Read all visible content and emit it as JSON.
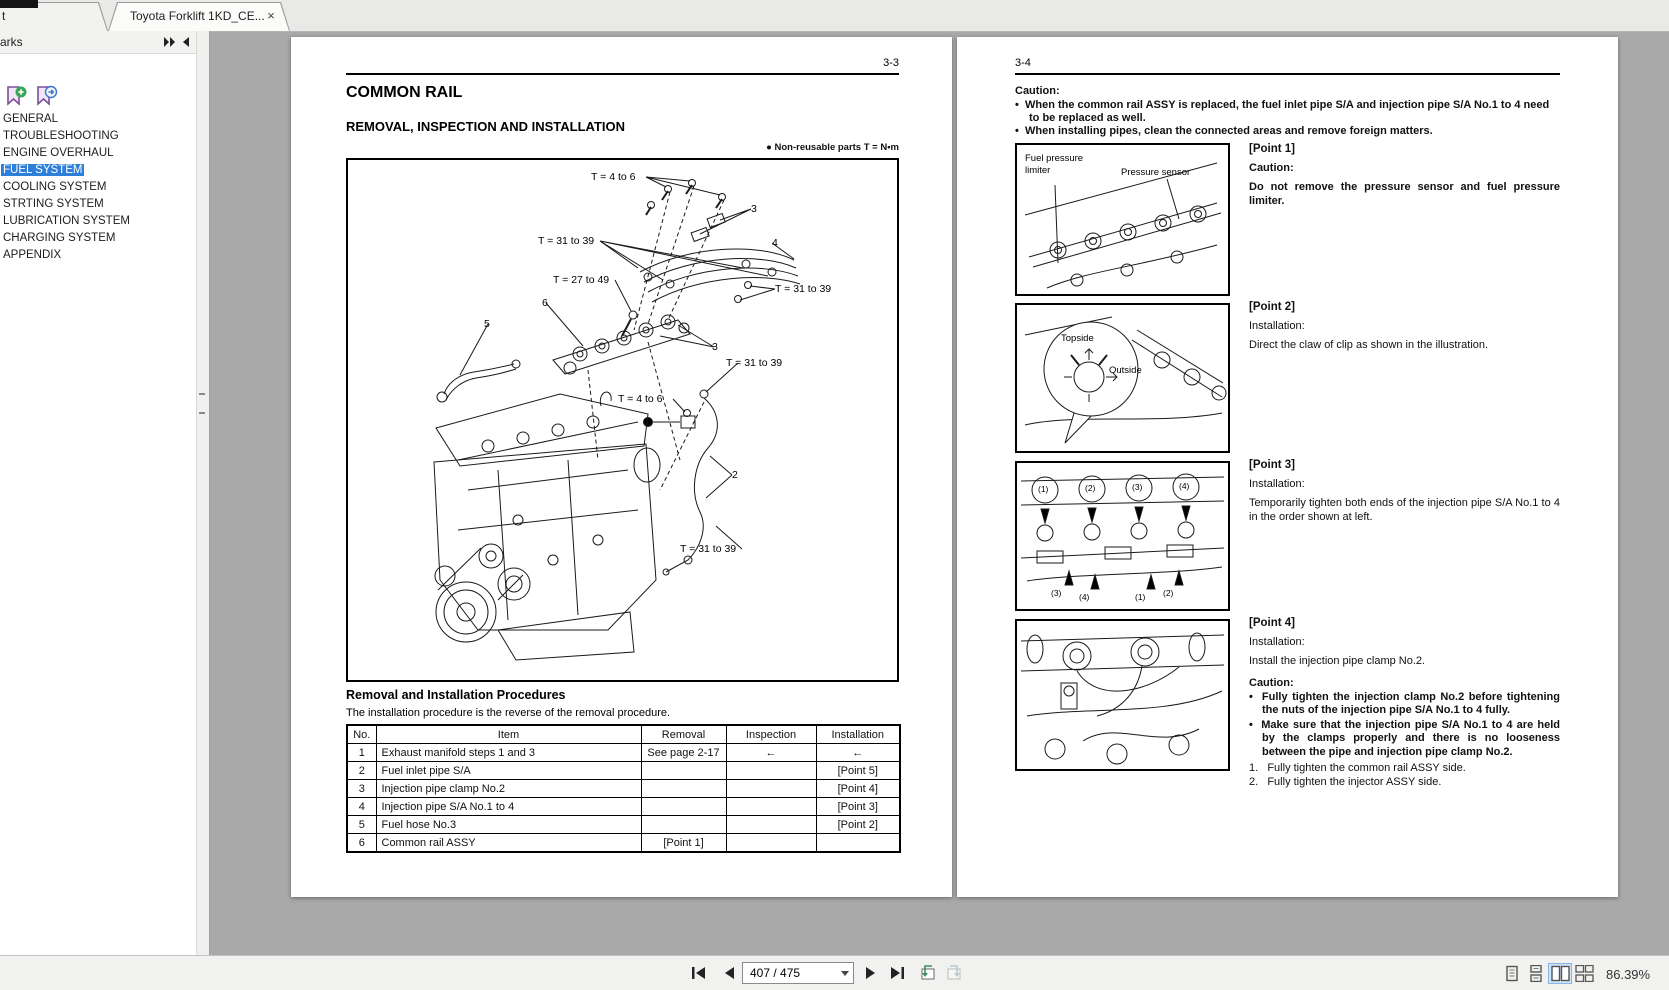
{
  "window": {
    "partial_tab_label": "t",
    "active_tab_label": "Toyota Forklift 1KD_CE...",
    "close_glyph": "×"
  },
  "sidebar": {
    "header_label": "arks",
    "items": [
      {
        "label": "GENERAL",
        "active": false
      },
      {
        "label": "TROUBLESHOOTING",
        "active": false
      },
      {
        "label": "ENGINE OVERHAUL",
        "active": false
      },
      {
        "label": "FUEL SYSTEM",
        "active": true
      },
      {
        "label": "COOLING SYSTEM",
        "active": false
      },
      {
        "label": "STRTING SYSTEM",
        "active": false
      },
      {
        "label": "LUBRICATION SYSTEM",
        "active": false
      },
      {
        "label": "CHARGING SYSTEM",
        "active": false
      },
      {
        "label": "APPENDIX",
        "active": false
      }
    ]
  },
  "left_page": {
    "page_number": "3-3",
    "title": "COMMON RAIL",
    "subtitle": "REMOVAL, INSPECTION AND INSTALLATION",
    "legend": "● Non-reusable parts  T = N•m",
    "diagram": {
      "labels": [
        {
          "text": "T = 4 to 6"
        },
        {
          "text": "3"
        },
        {
          "text": "T = 31 to 39"
        },
        {
          "text": "4"
        },
        {
          "text": "T = 27 to 49"
        },
        {
          "text": "T = 31 to 39"
        },
        {
          "text": "6"
        },
        {
          "text": "5"
        },
        {
          "text": "3"
        },
        {
          "text": "T = 31 to 39"
        },
        {
          "text": "T = 4 to 6"
        },
        {
          "text": "2"
        },
        {
          "text": "T = 31 to 39"
        }
      ]
    },
    "procedures": {
      "heading": "Removal and Installation Procedures",
      "note": "The installation procedure is the reverse of the removal procedure.",
      "columns": [
        "No.",
        "Item",
        "Removal",
        "Inspection",
        "Installation"
      ],
      "rows": [
        [
          "1",
          "Exhaust manifold steps 1 and 3",
          "See page 2-17",
          "←",
          "←"
        ],
        [
          "2",
          "Fuel inlet pipe S/A",
          "",
          "",
          "[Point 5]"
        ],
        [
          "3",
          "Injection pipe clamp No.2",
          "",
          "",
          "[Point 4]"
        ],
        [
          "4",
          "Injection pipe S/A No.1 to 4",
          "",
          "",
          "[Point 3]"
        ],
        [
          "5",
          "Fuel hose No.3",
          "",
          "",
          "[Point 2]"
        ],
        [
          "6",
          "Common rail ASSY",
          "[Point 1]",
          "",
          ""
        ]
      ]
    }
  },
  "right_page": {
    "page_number": "3-4",
    "bullet_glyph": "•",
    "caution_heading": "Caution:",
    "cautions": [
      "When the common rail ASSY is replaced, the fuel inlet pipe S/A and injection pipe S/A No.1 to 4 need to be replaced as well.",
      "When installing pipes, clean the connected areas and remove foreign matters."
    ],
    "figures": {
      "f1": {
        "label_a": "Fuel pressure",
        "label_a2": "limiter",
        "label_b": "Pressure sensor"
      },
      "f2": {
        "label_a": "Topside",
        "label_b": "Outside"
      },
      "f3": {
        "top": [
          "(1)",
          "(2)",
          "(3)",
          "(4)"
        ],
        "bottom": [
          "(3)",
          "(4)",
          "(1)",
          "(2)"
        ]
      }
    },
    "points": [
      {
        "title": "[Point 1]",
        "sub": "Caution:",
        "body": "Do not remove the pressure sensor and fuel pressure limiter."
      },
      {
        "title": "[Point 2]",
        "sub": "Installation:",
        "body": "Direct the claw of clip as shown in the illustration."
      },
      {
        "title": "[Point 3]",
        "sub": "Installation:",
        "body": "Temporarily tighten both ends of the injection pipe S/A No.1 to 4 in the order shown at left."
      },
      {
        "title": "[Point 4]",
        "sub": "Installation:",
        "body": "Install the injection pipe clamp No.2.",
        "caution_heading": "Caution:",
        "caution_bullets": [
          "Fully tighten the injection clamp No.2 before tightening the nuts of the injection pipe S/A No.1 to 4 fully.",
          "Make sure that the injection pipe S/A No.1 to 4 are held by the clamps properly and there is no looseness between the pipe and injection pipe clamp No.2."
        ],
        "steps": [
          "1.   Fully tighten the common rail ASSY side.",
          "2.   Fully tighten the injector ASSY side."
        ]
      }
    ]
  },
  "toolbar": {
    "page_indicator": "407 / 475",
    "zoom_level": "86.39%"
  },
  "icons": {
    "panel": [
      "double-arrow-right-icon",
      "collapse-left-icon"
    ],
    "bookmark_toolbar": [
      "add-bookmark-icon",
      "bookmark-options-icon"
    ],
    "navigation": [
      "first-page-icon",
      "previous-page-icon",
      "next-page-icon",
      "last-page-icon",
      "previous-view-icon",
      "next-view-icon"
    ],
    "layout": [
      "single-page-icon",
      "continuous-icon",
      "facing-pages-icon",
      "facing-continuous-icon"
    ]
  },
  "colors": {
    "bookmark_selection": "#2e7fd9",
    "layout_active_bg": "#cfe3f7",
    "canvas_bg": "#a9a9a9",
    "page_bg": "#ffffff"
  }
}
